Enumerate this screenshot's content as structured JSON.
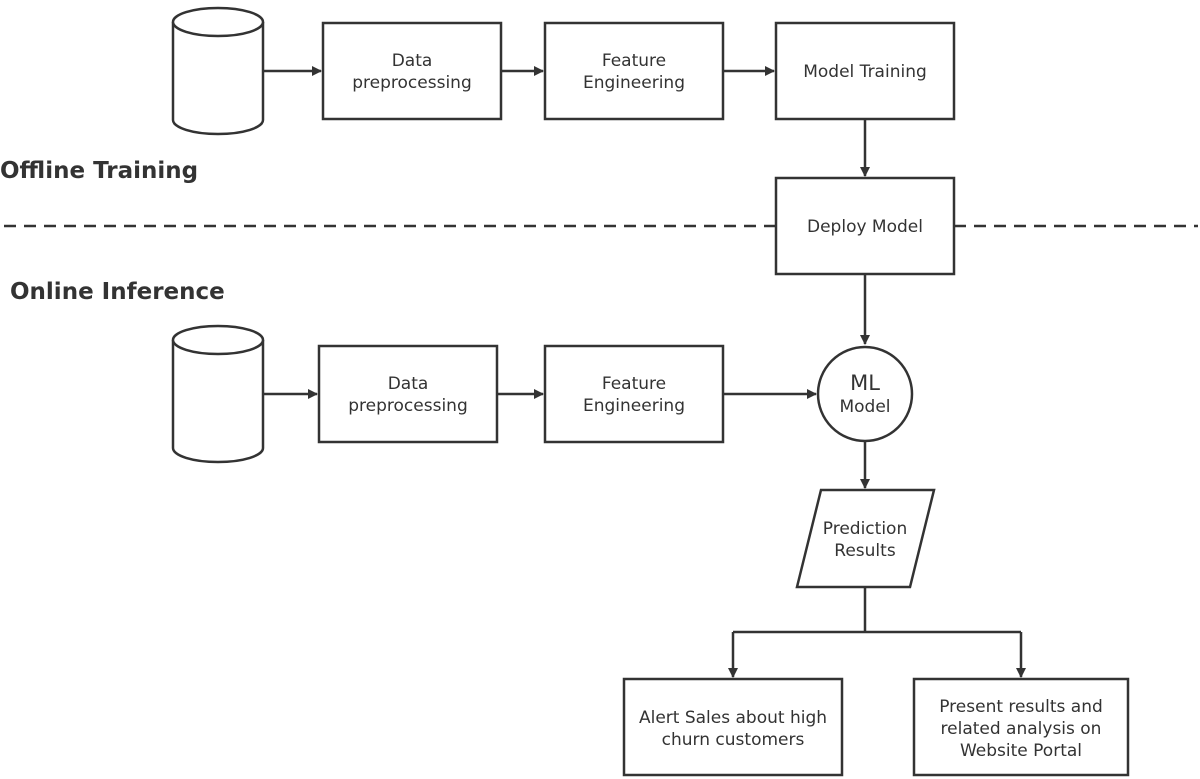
{
  "sections": {
    "offline": "Offline Training",
    "online": "Online Inference"
  },
  "offline": {
    "preprocessing": [
      "Data",
      "preprocessing"
    ],
    "feature_engineering": [
      "Feature",
      "Engineering"
    ],
    "model_training": "Model Training",
    "deploy_model": "Deploy Model"
  },
  "online": {
    "preprocessing": [
      "Data",
      "preprocessing"
    ],
    "feature_engineering": [
      "Feature",
      "Engineering"
    ],
    "ml_model": [
      "ML",
      "Model"
    ],
    "prediction_results": [
      "Prediction",
      "Results"
    ],
    "alert_sales": [
      "Alert Sales about high",
      "churn customers"
    ],
    "present_results": [
      "Present results and",
      "related analysis on",
      "Website Portal"
    ]
  },
  "colors": {
    "stroke": "#333333",
    "fill": "#ffffff"
  },
  "icons": {
    "data_source": "database-cylinder-icon"
  }
}
